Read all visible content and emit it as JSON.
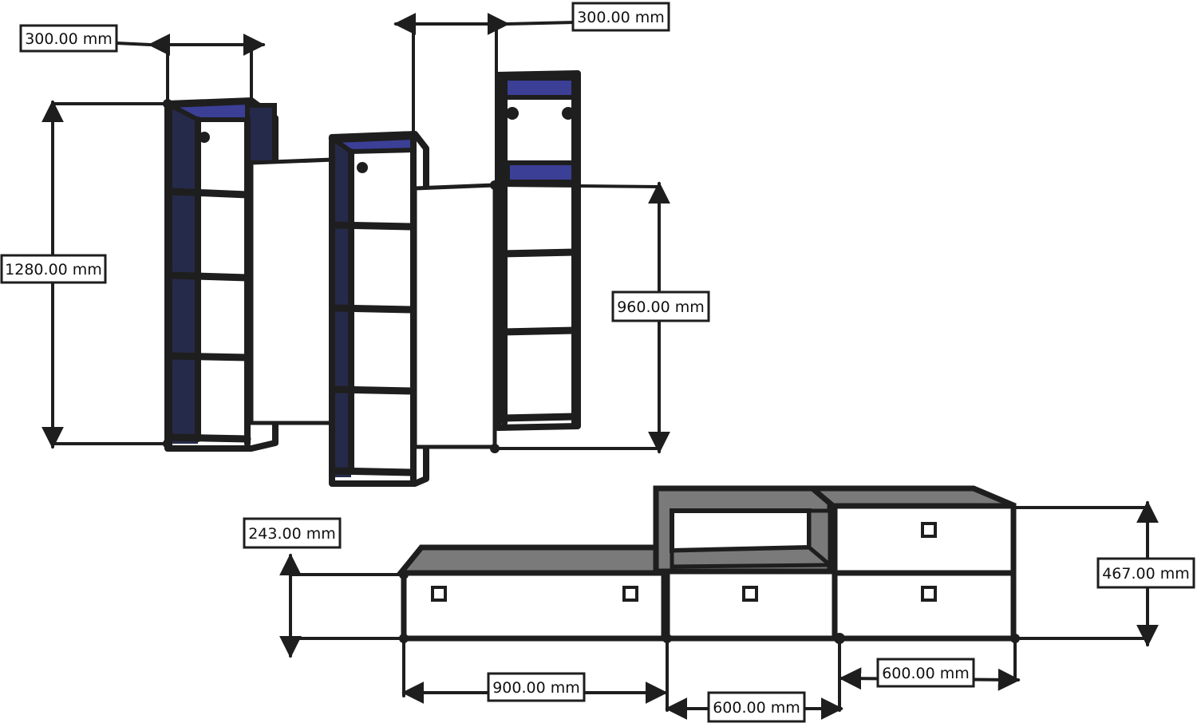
{
  "colors": {
    "ink": "#1e1e1e",
    "shelf_inner": "#262a4a",
    "shelf_top": "#3b3f96",
    "cabinet_top": "#7a7a7a",
    "cabinet_body": "#ffffff"
  },
  "dimensions": {
    "tower_width_left": "300.00 mm",
    "tower_width_right": "300.00 mm",
    "tower_height_left": "1280.00 mm",
    "tower_height_right": "960.00 mm",
    "cabinet_height_low": "243.00 mm",
    "cabinet_height_high": "467.00 mm",
    "cabinet_width_left": "900.00 mm",
    "cabinet_width_middle": "600.00 mm",
    "cabinet_width_right": "600.00 mm"
  }
}
